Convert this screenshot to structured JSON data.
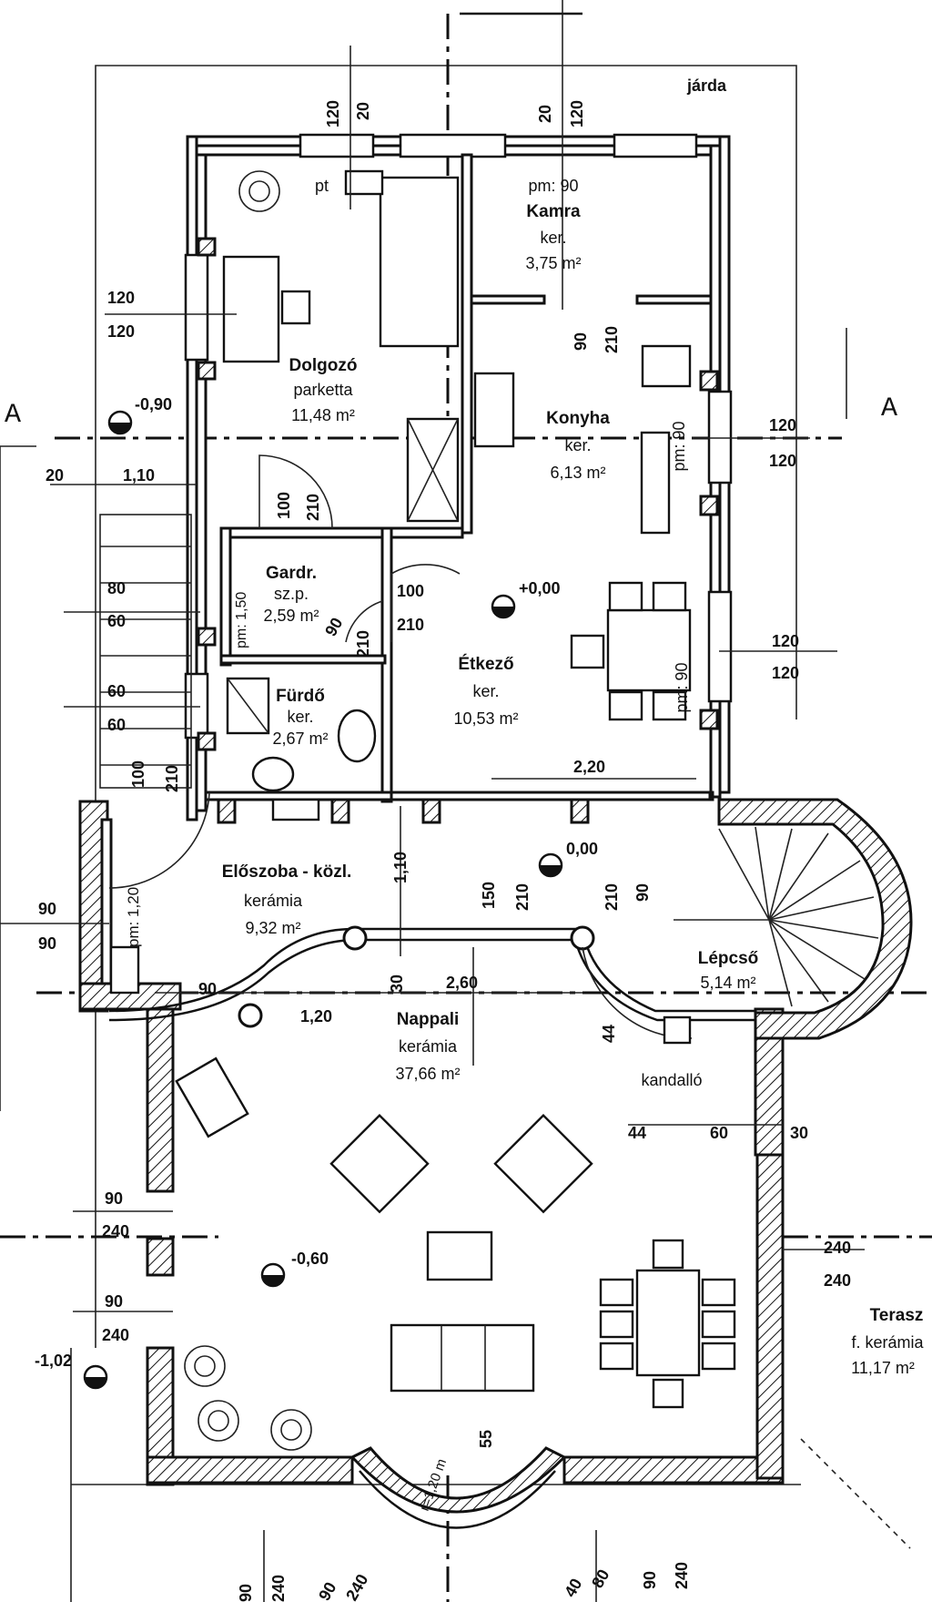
{
  "drawing": {
    "section_marks": [
      "A",
      "A"
    ],
    "sidewalk": "járda",
    "rooms": {
      "kamra": {
        "name": "Kamra",
        "floor": "ker.",
        "area": "3,75 m²",
        "pm": "pm: 90"
      },
      "dolgozo": {
        "name": "Dolgozó",
        "floor": "parketta",
        "area": "11,48 m²",
        "pt": "pt"
      },
      "konyha": {
        "name": "Konyha",
        "floor": "ker.",
        "area": "6,13 m²",
        "pm": "pm: 90"
      },
      "gardr": {
        "name": "Gardr.",
        "floor": "sz.p.",
        "area": "2,59 m²",
        "pm": "pm: 1,50"
      },
      "etkezo": {
        "name": "Étkező",
        "floor": "ker.",
        "area": "10,53 m²",
        "pm": "pm: 90"
      },
      "furdo": {
        "name": "Fürdő",
        "floor": "ker.",
        "area": "2,67 m²"
      },
      "eloszoba": {
        "name": "Előszoba - közl.",
        "floor": "kerámia",
        "area": "9,32 m²",
        "pm": "pm: 1,20"
      },
      "lepcso": {
        "name": "Lépcső",
        "area": "5,14 m²"
      },
      "nappali": {
        "name": "Nappali",
        "floor": "kerámia",
        "area": "37,66 m²"
      },
      "kandallo": {
        "name": "kandalló"
      },
      "terasz": {
        "name": "Terasz",
        "floor": "f. kerámia",
        "area": "11,17 m²"
      }
    },
    "levels": [
      "-0,90",
      "+0,00",
      "0,00",
      "-0,60",
      "-1,02"
    ],
    "dimensions": {
      "d120a": "120",
      "d20a": "20",
      "d120b": "120",
      "d20b": "20",
      "d120c": "120",
      "d120d": "120",
      "d120e": "120",
      "d120f": "120",
      "d210a": "210",
      "d90a": "90",
      "d20": "20",
      "d110": "1,10",
      "d100a": "100",
      "d210b": "210",
      "d80a": "80",
      "d60a": "60",
      "d60b": "60",
      "d60c": "60",
      "d100b": "100",
      "d210c": "210",
      "d90b": "90",
      "d210d": "210",
      "d100c": "100",
      "d210e": "210",
      "d120g": "120",
      "d120h": "120",
      "d220": "2,20",
      "d110b": "1,10",
      "d150": "150",
      "d210f": "210",
      "d210g": "210",
      "d90c": "90",
      "d90d": "90",
      "d90e": "90",
      "d90f": "90",
      "d30a": "30",
      "d260": "2,60",
      "d120i": "1,20",
      "d44a": "44",
      "d44b": "44",
      "d60d": "60",
      "d30b": "30",
      "d90g": "90",
      "d240a": "240",
      "d90h": "90",
      "d240b": "240",
      "d240c": "240",
      "d240d": "240",
      "d90i": "90",
      "d240e": "240",
      "d90j": "90",
      "d240f": "240",
      "d90k": "90",
      "d240g": "240",
      "d55": "55",
      "darc": "r=1,20 m",
      "d40": "40",
      "d80b": "80"
    }
  }
}
